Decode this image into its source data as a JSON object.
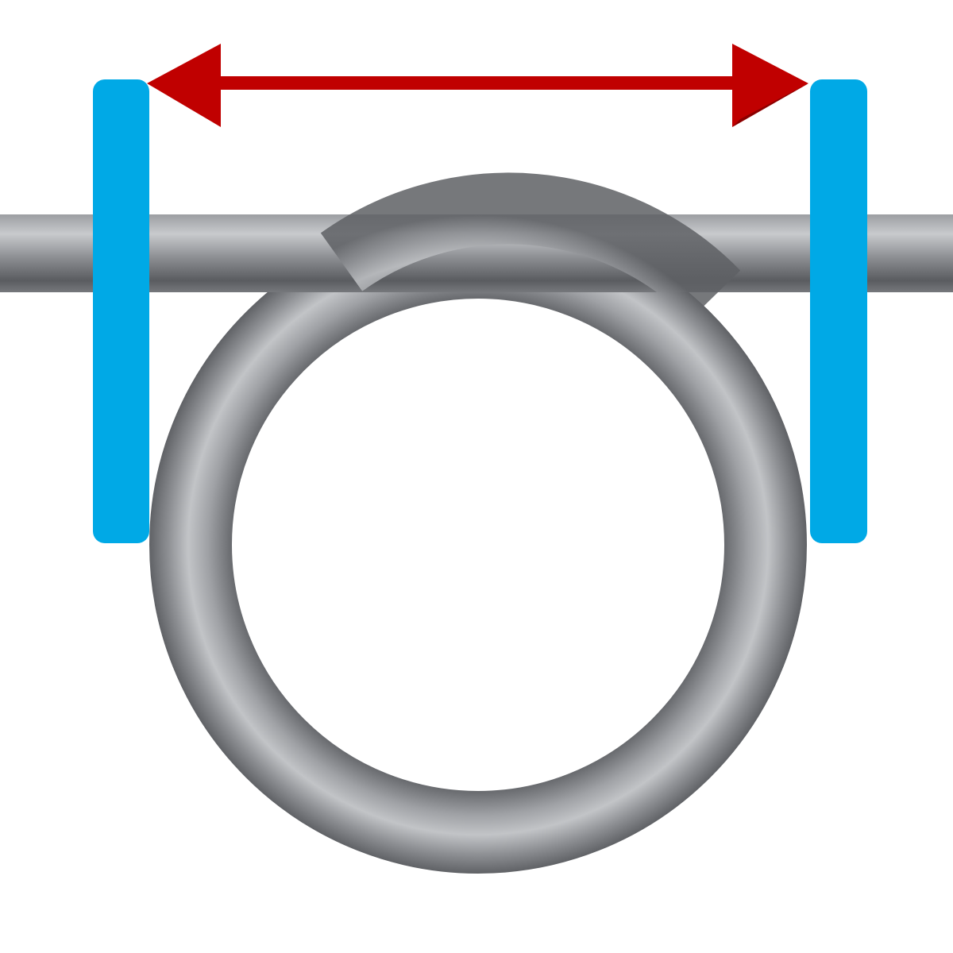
{
  "colors": {
    "background": "#ffffff",
    "measurement_bar": "#00a9e6",
    "arrow": "#c00000",
    "wire_light": "#c4c6ca",
    "wire_mid": "#8a8c90",
    "wire_dark": "#4e5054"
  },
  "diagram": {
    "elements": [
      "wire-rod",
      "wire-loop",
      "left-measurement-bar",
      "right-measurement-bar",
      "double-headed-arrow"
    ]
  }
}
